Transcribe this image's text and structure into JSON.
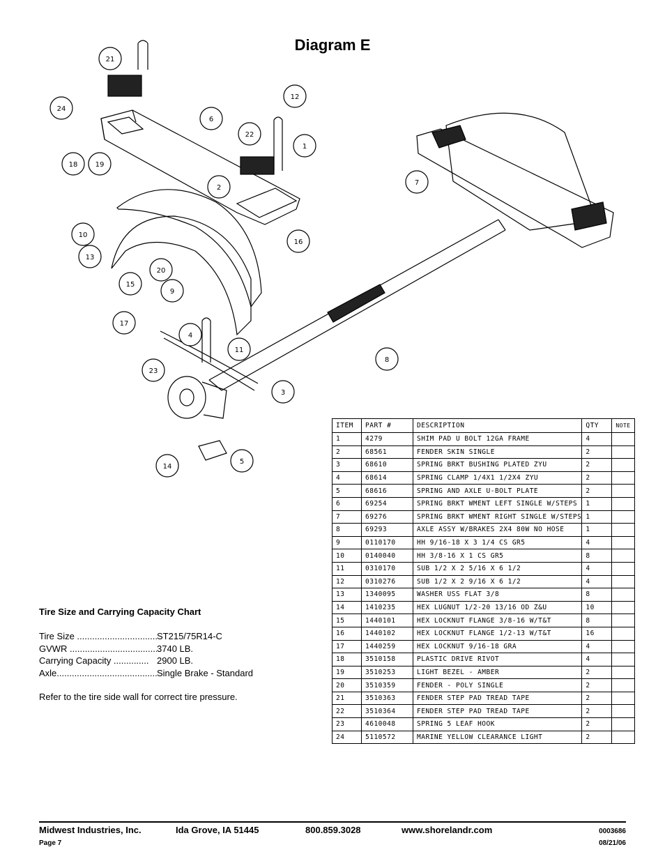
{
  "title": "Diagram E",
  "callouts": [
    "21",
    "24",
    "18",
    "19",
    "6",
    "12",
    "22",
    "1",
    "7",
    "2",
    "10",
    "13",
    "16",
    "20",
    "15",
    "9",
    "17",
    "4",
    "11",
    "23",
    "8",
    "3",
    "14",
    "5"
  ],
  "parts_table": {
    "headers": [
      "ITEM",
      "PART #",
      "DESCRIPTION",
      "QTY",
      "NOTE"
    ],
    "rows": [
      [
        "1",
        "4279",
        "SHIM PAD   U BOLT 12GA FRAME",
        "4",
        ""
      ],
      [
        "2",
        "68561",
        "FENDER SKIN SINGLE",
        "2",
        ""
      ],
      [
        "3",
        "68610",
        "SPRING BRKT BUSHING PLATED ZYU",
        "2",
        ""
      ],
      [
        "4",
        "68614",
        "SPRING CLAMP    1/4X1 1/2X4  ZYU",
        "2",
        ""
      ],
      [
        "5",
        "68616",
        "SPRING AND AXLE U-BOLT PLATE",
        "2",
        ""
      ],
      [
        "6",
        "69254",
        "SPRING BRKT WMENT LEFT SINGLE W/STEPS",
        "1",
        ""
      ],
      [
        "7",
        "69276",
        "SPRING BRKT WMENT RIGHT SINGLE W/STEPS",
        "1",
        ""
      ],
      [
        "8",
        "69293",
        "AXLE ASSY W/BRAKES 2X4 80W NO HOSE",
        "1",
        ""
      ],
      [
        "9",
        "0110170",
        "HH 9/16-18 X 3 1/4 CS GR5",
        "4",
        ""
      ],
      [
        "10",
        "0140040",
        "HH 3/8-16 X 1 CS GR5",
        "8",
        ""
      ],
      [
        "11",
        "0310170",
        "SUB 1/2 X 2 5/16 X 6 1/2",
        "4",
        ""
      ],
      [
        "12",
        "0310276",
        "SUB 1/2 X 2 9/16 X 6 1/2",
        "4",
        ""
      ],
      [
        "13",
        "1340095",
        "WASHER USS FLAT 3/8",
        "8",
        ""
      ],
      [
        "14",
        "1410235",
        "HEX LUGNUT 1/2-20 13/16 OD Z&U",
        "10",
        ""
      ],
      [
        "15",
        "1440101",
        "HEX LOCKNUT FLANGE 3/8-16 W/T&T",
        "8",
        ""
      ],
      [
        "16",
        "1440102",
        "HEX LOCKNUT FLANGE 1/2-13 W/T&T",
        "16",
        ""
      ],
      [
        "17",
        "1440259",
        "HEX LOCKNUT 9/16-18 GRA",
        "4",
        ""
      ],
      [
        "18",
        "3510158",
        "PLASTIC DRIVE RIVOT",
        "4",
        ""
      ],
      [
        "19",
        "3510253",
        "LIGHT BEZEL - AMBER",
        "2",
        ""
      ],
      [
        "20",
        "3510359",
        "FENDER - POLY SINGLE",
        "2",
        ""
      ],
      [
        "21",
        "3510363",
        "FENDER STEP PAD TREAD TAPE",
        "2",
        ""
      ],
      [
        "22",
        "3510364",
        "FENDER STEP PAD TREAD TAPE",
        "2",
        ""
      ],
      [
        "23",
        "4610048",
        "SPRING  5 LEAF HOOK",
        "2",
        ""
      ],
      [
        "24",
        "5110572",
        "MARINE YELLOW CLEARANCE LIGHT",
        "2",
        ""
      ]
    ]
  },
  "tire_chart": {
    "heading": "Tire Size and Carrying Capacity Chart",
    "rows": [
      {
        "label": "Tire Size ................................",
        "value": "ST215/75R14-C"
      },
      {
        "label": "GVWR ...................................",
        "value": "3740 LB."
      },
      {
        "label": "Carrying Capacity ..............",
        "value": "2900 LB."
      },
      {
        "label": "Axle.........................................",
        "value": "Single Brake - Standard"
      }
    ],
    "note": "Refer to the tire side wall for correct tire pressure."
  },
  "footer": {
    "company": "Midwest Industries, Inc.",
    "city": "Ida Grove, IA  51445",
    "phone": "800.859.3028",
    "website": "www.shorelandr.com",
    "doc_number": "0003686",
    "page": "Page 7",
    "date": "08/21/06"
  }
}
